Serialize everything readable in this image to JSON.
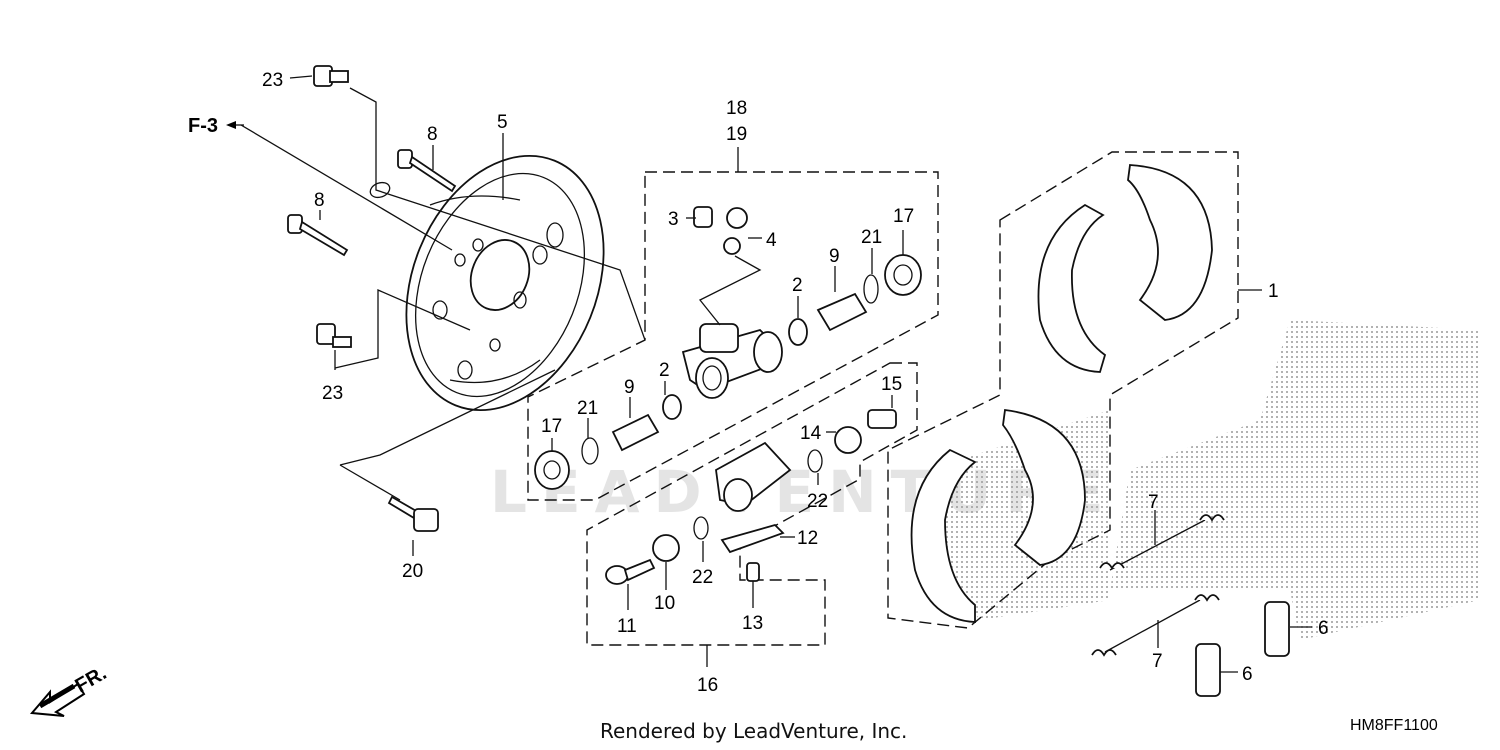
{
  "diagram": {
    "direction_callout": "F-3",
    "front_marker": "FR.",
    "watermark": "LEADVENTURE",
    "footer": "Rendered by LeadVenture, Inc.",
    "diagram_code": "HM8FF1100",
    "part_labels": [
      {
        "id": "23a",
        "text": "23"
      },
      {
        "id": "8a",
        "text": "8"
      },
      {
        "id": "5",
        "text": "5"
      },
      {
        "id": "8b",
        "text": "8"
      },
      {
        "id": "23b",
        "text": "23"
      },
      {
        "id": "20",
        "text": "20"
      },
      {
        "id": "18",
        "text": "18"
      },
      {
        "id": "19",
        "text": "19"
      },
      {
        "id": "3",
        "text": "3"
      },
      {
        "id": "4",
        "text": "4"
      },
      {
        "id": "2a",
        "text": "2"
      },
      {
        "id": "9a",
        "text": "9"
      },
      {
        "id": "21a",
        "text": "21"
      },
      {
        "id": "17a",
        "text": "17"
      },
      {
        "id": "17b",
        "text": "17"
      },
      {
        "id": "21b",
        "text": "21"
      },
      {
        "id": "9b",
        "text": "9"
      },
      {
        "id": "2b",
        "text": "2"
      },
      {
        "id": "15",
        "text": "15"
      },
      {
        "id": "14",
        "text": "14"
      },
      {
        "id": "22a",
        "text": "22"
      },
      {
        "id": "12",
        "text": "12"
      },
      {
        "id": "22b",
        "text": "22"
      },
      {
        "id": "10",
        "text": "10"
      },
      {
        "id": "11",
        "text": "11"
      },
      {
        "id": "13",
        "text": "13"
      },
      {
        "id": "16",
        "text": "16"
      },
      {
        "id": "1",
        "text": "1"
      },
      {
        "id": "7a",
        "text": "7"
      },
      {
        "id": "7b",
        "text": "7"
      },
      {
        "id": "6a",
        "text": "6"
      },
      {
        "id": "6b",
        "text": "6"
      }
    ]
  }
}
